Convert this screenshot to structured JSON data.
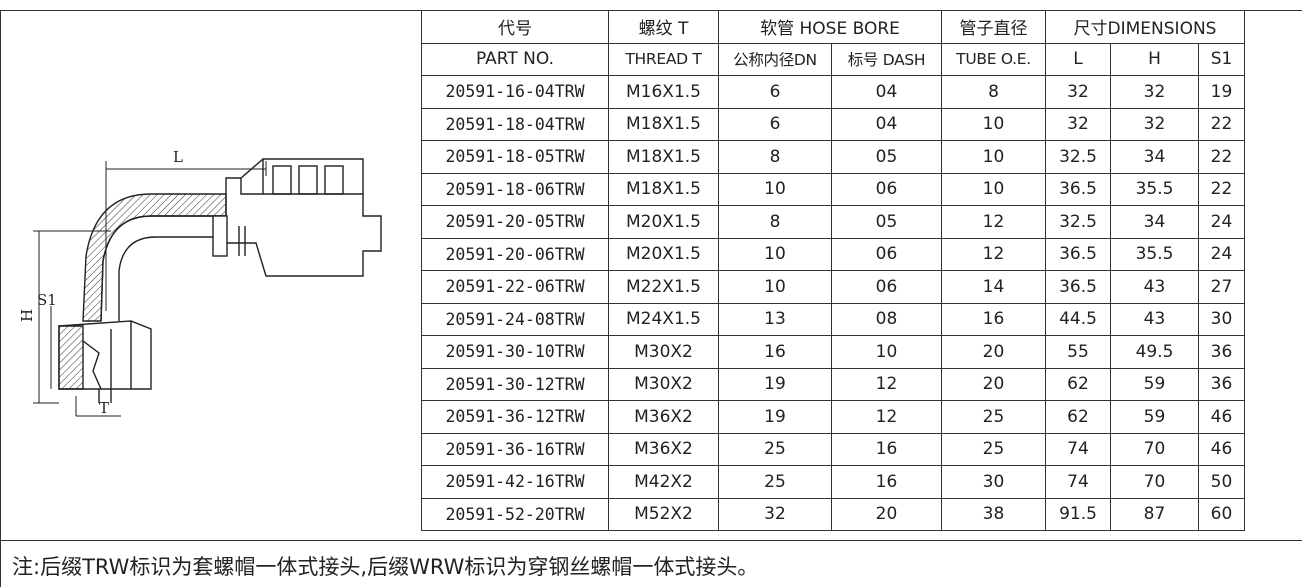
{
  "drawing": {
    "labels": {
      "length": "L",
      "height": "H",
      "hex": "S1",
      "thread": "T"
    }
  },
  "table": {
    "header_cn": {
      "code": "代号",
      "thread": "螺纹 T",
      "hose_bore": "软管 HOSE BORE",
      "tube_od": "管子直径",
      "dimensions": "尺寸DIMENSIONS"
    },
    "header_en": {
      "part_no": "PART NO.",
      "thread": "THREAD T",
      "dn": "公称内径DN",
      "dash": "标号 DASH",
      "tube_od": "TUBE O.E.",
      "l": "L",
      "h": "H",
      "s1": "S1"
    },
    "rows": [
      [
        "20591-16-04TRW",
        "M16X1.5",
        "6",
        "04",
        "8",
        "32",
        "32",
        "19"
      ],
      [
        "20591-18-04TRW",
        "M18X1.5",
        "6",
        "04",
        "10",
        "32",
        "32",
        "22"
      ],
      [
        "20591-18-05TRW",
        "M18X1.5",
        "8",
        "05",
        "10",
        "32.5",
        "34",
        "22"
      ],
      [
        "20591-18-06TRW",
        "M18X1.5",
        "10",
        "06",
        "10",
        "36.5",
        "35.5",
        "22"
      ],
      [
        "20591-20-05TRW",
        "M20X1.5",
        "8",
        "05",
        "12",
        "32.5",
        "34",
        "24"
      ],
      [
        "20591-20-06TRW",
        "M20X1.5",
        "10",
        "06",
        "12",
        "36.5",
        "35.5",
        "24"
      ],
      [
        "20591-22-06TRW",
        "M22X1.5",
        "10",
        "06",
        "14",
        "36.5",
        "43",
        "27"
      ],
      [
        "20591-24-08TRW",
        "M24X1.5",
        "13",
        "08",
        "16",
        "44.5",
        "43",
        "30"
      ],
      [
        "20591-30-10TRW",
        "M30X2",
        "16",
        "10",
        "20",
        "55",
        "49.5",
        "36"
      ],
      [
        "20591-30-12TRW",
        "M30X2",
        "19",
        "12",
        "20",
        "62",
        "59",
        "36"
      ],
      [
        "20591-36-12TRW",
        "M36X2",
        "19",
        "12",
        "25",
        "62",
        "59",
        "46"
      ],
      [
        "20591-36-16TRW",
        "M36X2",
        "25",
        "16",
        "25",
        "74",
        "70",
        "46"
      ],
      [
        "20591-42-16TRW",
        "M42X2",
        "25",
        "16",
        "30",
        "74",
        "70",
        "50"
      ],
      [
        "20591-52-20TRW",
        "M52X2",
        "32",
        "20",
        "38",
        "91.5",
        "87",
        "60"
      ]
    ]
  },
  "note": "注:后缀TRW标识为套螺帽一体式接头,后缀WRW标识为穿钢丝螺帽一体式接头。"
}
